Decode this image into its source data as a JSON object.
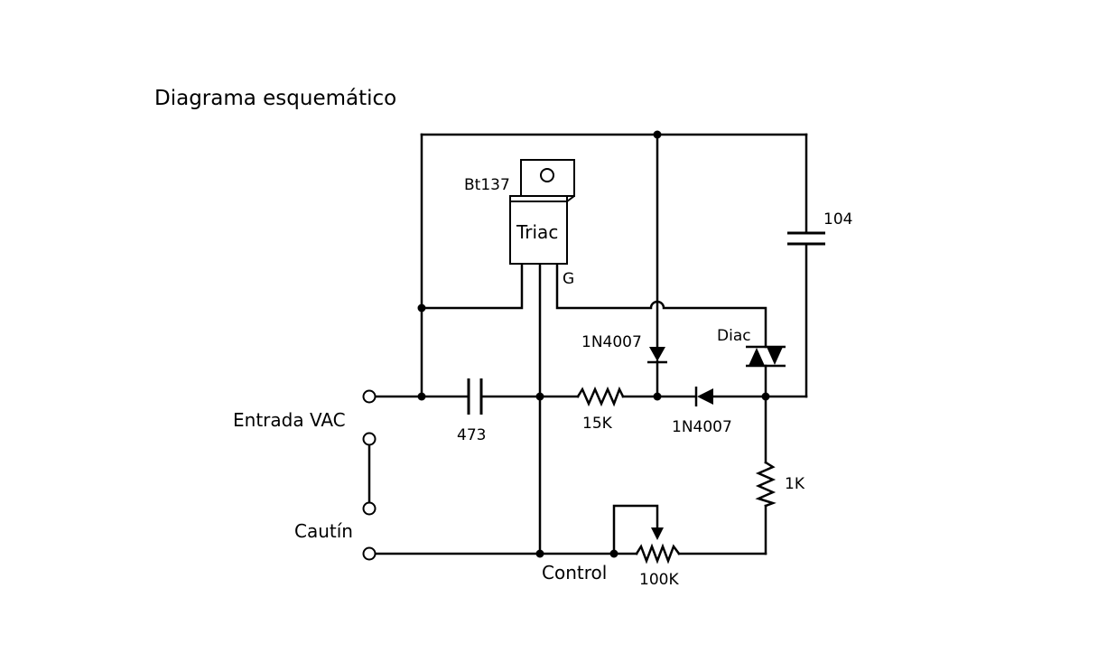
{
  "title": "Diagrama esquemático",
  "components": {
    "triac_part": "Bt137",
    "triac_name": "Triac",
    "triac_gate": "G",
    "cap_104": "104",
    "cap_473": "473",
    "diode_vertical": "1N4007",
    "diode_horizontal": "1N4007",
    "diac": "Diac",
    "res_15k": "15K",
    "res_1k": "1K",
    "pot_100k": "100K"
  },
  "terminals": {
    "input": "Entrada VAC",
    "iron": "Cautín",
    "control": "Control"
  }
}
